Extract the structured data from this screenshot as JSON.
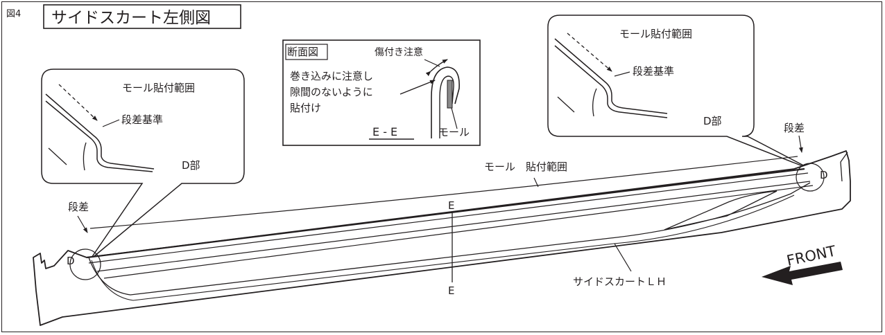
{
  "figure": {
    "number": "図4",
    "title": "サイドスカート左側図"
  },
  "section": {
    "label": "断面図",
    "flaw_note": "傷付き注意",
    "instruction": [
      "巻き込みに注意し",
      "隙間のないように",
      "貼付け"
    ],
    "section_name": "E - E",
    "mold_label": "モール"
  },
  "detail_left": {
    "range_label": "モール貼付範囲",
    "step_ref": "段差基準",
    "part_label": "D部"
  },
  "detail_right": {
    "range_label": "モール貼付範囲",
    "step_ref": "段差基準",
    "part_label": "D部"
  },
  "main": {
    "range_label": "モール　貼付範囲",
    "step_left": "段差",
    "step_right": "段差",
    "point_left": "D",
    "point_right": "D",
    "section_top": "E",
    "section_bottom": "E",
    "part_name": "サイドスカートＬＨ",
    "front_label": "FRONT"
  }
}
